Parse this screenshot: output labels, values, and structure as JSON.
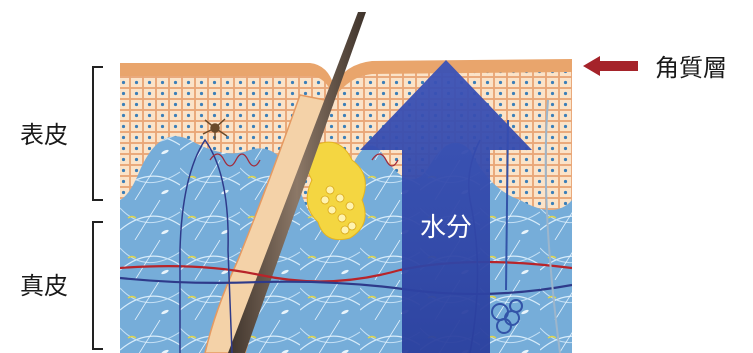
{
  "labels": {
    "epidermis": "表皮",
    "dermis": "真皮",
    "stratum_corneum": "角質層",
    "water": "水分"
  },
  "icons": {
    "pointer": "left-arrow-icon",
    "moisture": "up-arrow-icon"
  },
  "colors": {
    "pointer_arrow": "#a5232a",
    "moisture_arrow": "#2e4aa8",
    "epidermis": "#f0b07e",
    "dermis": "#7fb0dc",
    "hair": "#6b5a4a",
    "gland": "#f2d23a"
  }
}
